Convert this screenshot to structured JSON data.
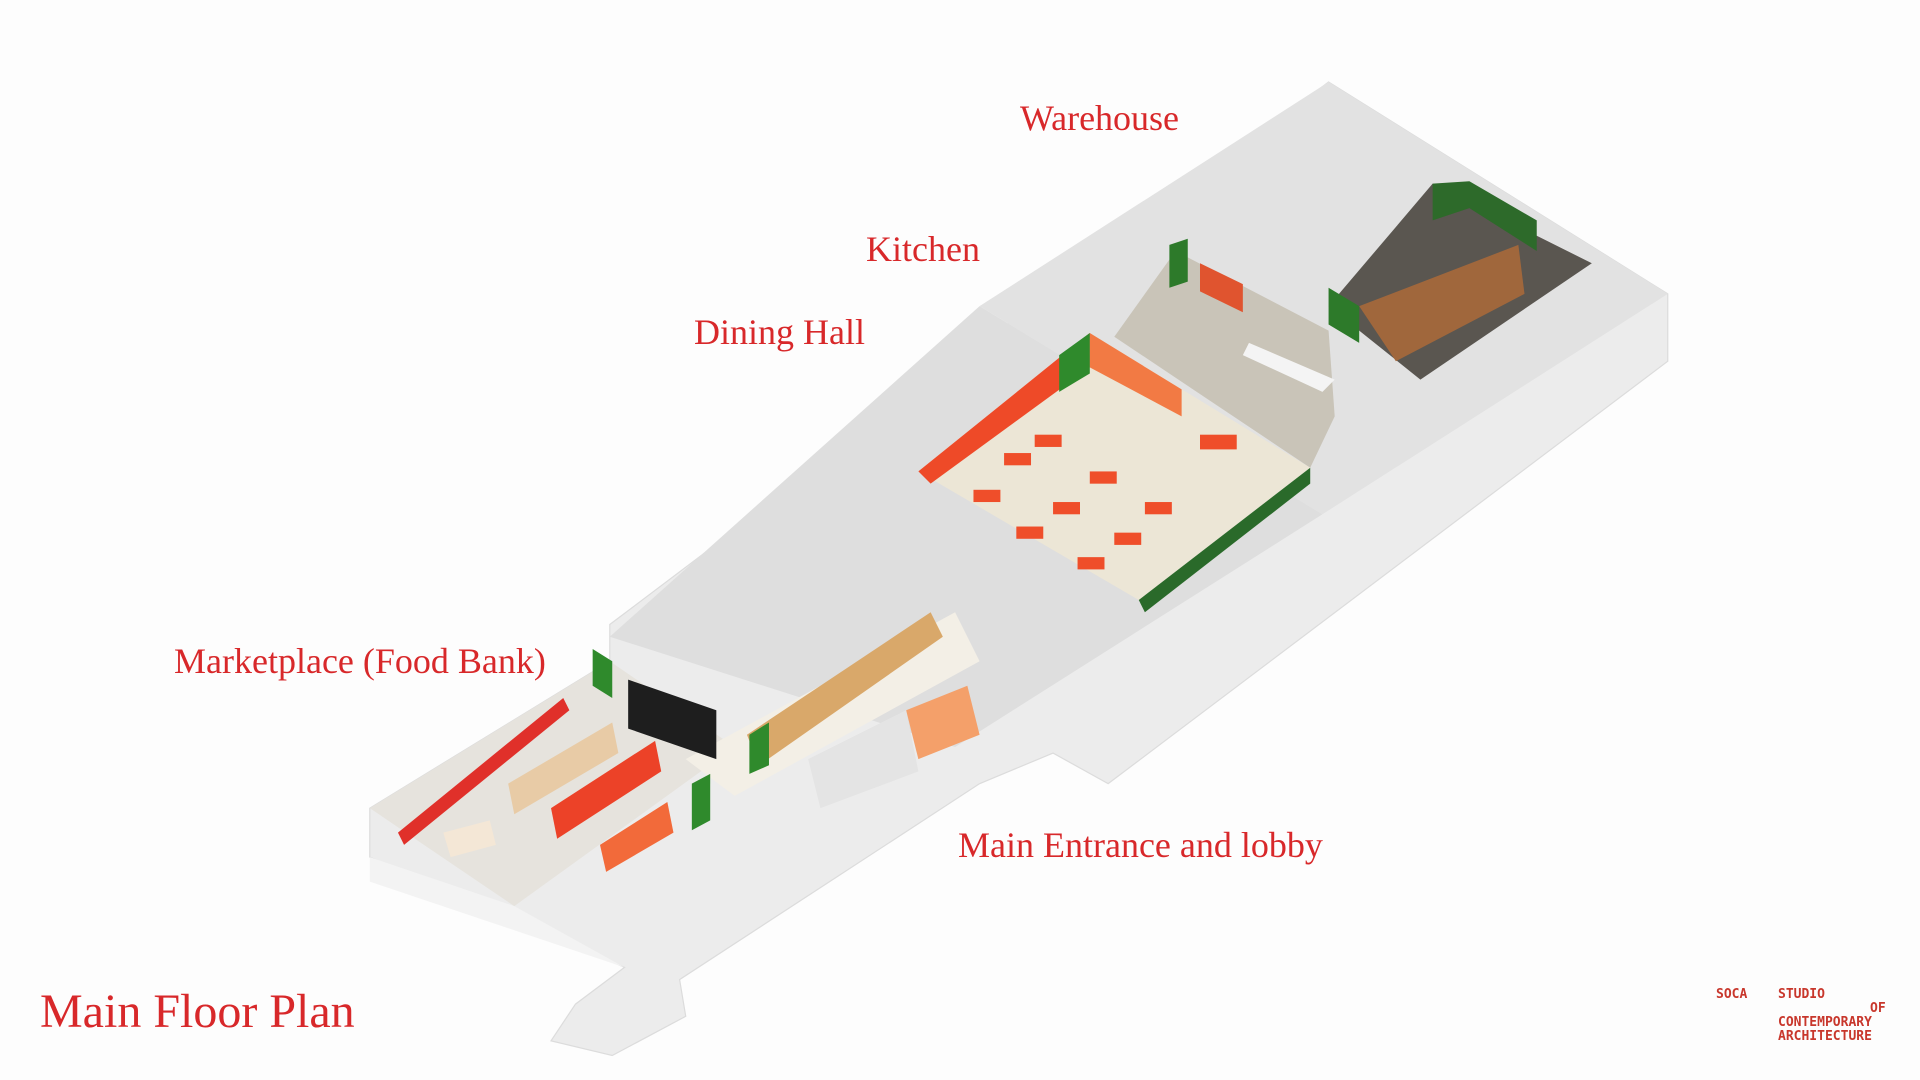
{
  "title": "Main Floor Plan",
  "labels": {
    "warehouse": "Warehouse",
    "kitchen": "Kitchen",
    "dining_hall": "Dining Hall",
    "marketplace": "Marketplace (Food Bank)",
    "entrance": "Main Entrance and lobby"
  },
  "logo": {
    "abbr": "SOCA",
    "line1": "STUDIO",
    "line2": "OF",
    "line3": "CONTEMPORARY",
    "line4": "ARCHITECTURE"
  },
  "colors": {
    "accent": "#d8282a",
    "green": "#2f7a2c",
    "orange": "#f26a3a"
  }
}
